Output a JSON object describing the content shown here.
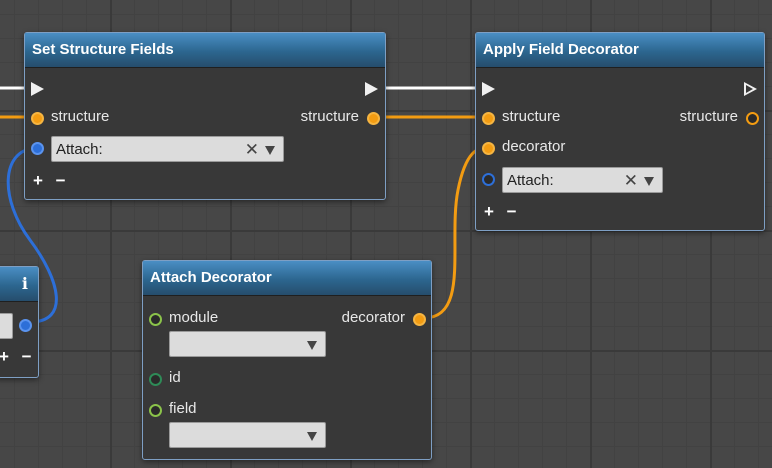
{
  "nodes": {
    "set_structure_fields": {
      "title": "Set Structure Fields",
      "input_label": "structure",
      "output_label": "structure",
      "attach_value": "Attach:",
      "clear_glyph": "✕",
      "add_remove": "+ −"
    },
    "apply_field_decorator": {
      "title": "Apply Field Decorator",
      "input_label": "structure",
      "output_label": "structure",
      "decorator_label": "decorator",
      "attach_value": "Attach:",
      "clear_glyph": "✕",
      "add_remove": "+ −"
    },
    "attach_decorator": {
      "title": "Attach Decorator",
      "module_label": "module",
      "output_label": "decorator",
      "id_label": "id",
      "field_label": "field"
    },
    "partial_left": {
      "info_glyph": "i",
      "add_remove": "+ −"
    }
  },
  "colors": {
    "wire_exec": "#ffffff",
    "wire_structure": "#f39c12",
    "wire_blue": "#2d6fd8",
    "header_blue": "#2c668f"
  }
}
